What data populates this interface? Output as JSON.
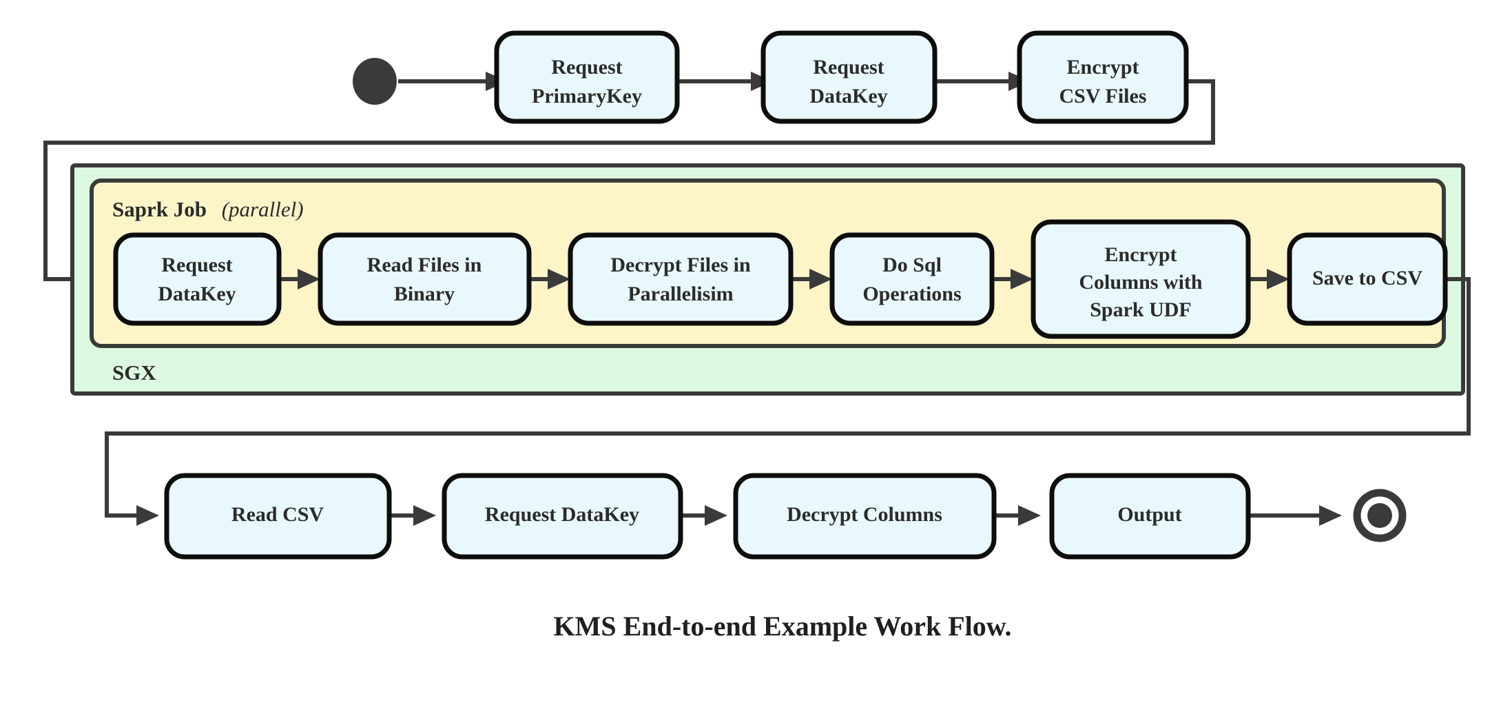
{
  "diagram": {
    "caption": "KMS End-to-end Example Work Flow.",
    "colors": {
      "node_fill": "#e9f8fc",
      "node_stroke": "#0d0d0d",
      "sgx_fill": "#ddf8e0",
      "spark_fill": "#fdf4c8",
      "edge": "#3a3a3a",
      "text": "#2b2b2b",
      "background": "#ffffff"
    },
    "start_node": {
      "name": "start-node",
      "shape": "filled-circle"
    },
    "end_node": {
      "name": "end-node",
      "shape": "bullseye"
    },
    "groups": {
      "outer": {
        "label": "SGX",
        "fill": "#ddf8e0"
      },
      "inner": {
        "label_bold": "Saprk Job",
        "label_italic": "(parallel)",
        "fill": "#fdf4c8"
      }
    },
    "rows": {
      "top": [
        {
          "id": "request-primarykey",
          "lines": [
            "Request",
            "PrimaryKey"
          ]
        },
        {
          "id": "request-datakey-top",
          "lines": [
            "Request",
            "DataKey"
          ]
        },
        {
          "id": "encrypt-csv-files",
          "lines": [
            "Encrypt",
            "CSV Files"
          ]
        }
      ],
      "spark": [
        {
          "id": "request-datakey-spark",
          "lines": [
            "Request",
            "DataKey"
          ]
        },
        {
          "id": "read-files-in-binary",
          "lines": [
            "Read Files in",
            "Binary"
          ]
        },
        {
          "id": "decrypt-files-in-parallelisim",
          "lines": [
            "Decrypt Files in",
            "Parallelisim"
          ]
        },
        {
          "id": "do-sql-operations",
          "lines": [
            "Do Sql",
            "Operations"
          ]
        },
        {
          "id": "encrypt-columns-with-spark-udf",
          "lines": [
            "Encrypt",
            "Columns with",
            "Spark UDF"
          ]
        },
        {
          "id": "save-to-csv",
          "lines": [
            "Save to CSV"
          ]
        }
      ],
      "bottom": [
        {
          "id": "read-csv",
          "lines": [
            "Read CSV"
          ]
        },
        {
          "id": "request-datakey-bottom",
          "lines": [
            "Request DataKey"
          ]
        },
        {
          "id": "decrypt-columns",
          "lines": [
            "Decrypt Columns"
          ]
        },
        {
          "id": "output",
          "lines": [
            "Output"
          ]
        }
      ]
    }
  }
}
